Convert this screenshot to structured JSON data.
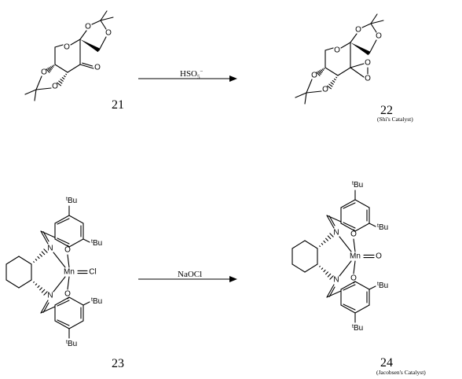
{
  "reactions": [
    {
      "reactant": {
        "number": "21",
        "carbonyl_label": "O"
      },
      "reagent": {
        "text": "HSO",
        "subscript": "5",
        "superscript": "−"
      },
      "product": {
        "number": "22",
        "caption": "(Shi's Catalyst)"
      }
    },
    {
      "reactant": {
        "number": "23",
        "metal": "Mn",
        "ligand": "Cl"
      },
      "reagent": {
        "text": "NaOCl"
      },
      "product": {
        "number": "24",
        "caption": "(Jacobsen's Catalyst)",
        "metal": "Mn",
        "ligand": "O"
      }
    }
  ],
  "atom_labels": {
    "oxygen": "O",
    "nitrogen": "N",
    "tbu_prefix": "t",
    "tbu_suffix": "Bu"
  }
}
